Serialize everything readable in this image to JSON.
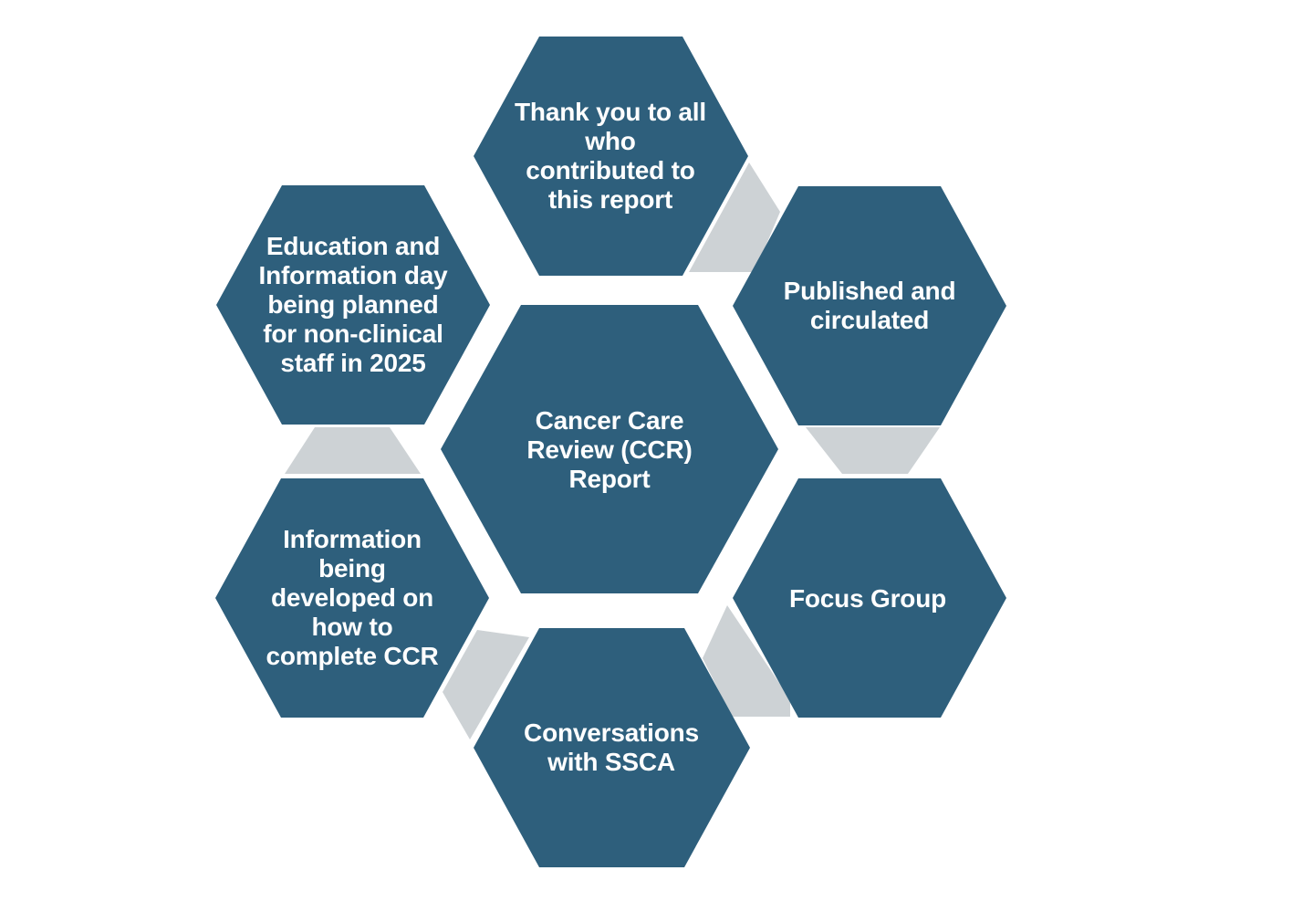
{
  "colors": {
    "hexagon": "#2E5F7C",
    "connector": "#CDD2D5",
    "label_text": "#FFFFFF",
    "background": "#FFFFFF"
  },
  "hexagons": {
    "top": {
      "label": "Thank you to all\nwho\ncontributed to\nthis report"
    },
    "top_left": {
      "label": "Education and\nInformation day\nbeing planned\nfor non-clinical\nstaff in 2025"
    },
    "top_right": {
      "label": "Published and\ncirculated"
    },
    "center": {
      "label": "Cancer Care\nReview (CCR)\nReport"
    },
    "bottom_left": {
      "label": "Information\nbeing\ndeveloped on\nhow to\ncomplete CCR"
    },
    "bottom_right": {
      "label": "Focus Group"
    },
    "bottom": {
      "label": "Conversations\nwith SSCA"
    }
  }
}
